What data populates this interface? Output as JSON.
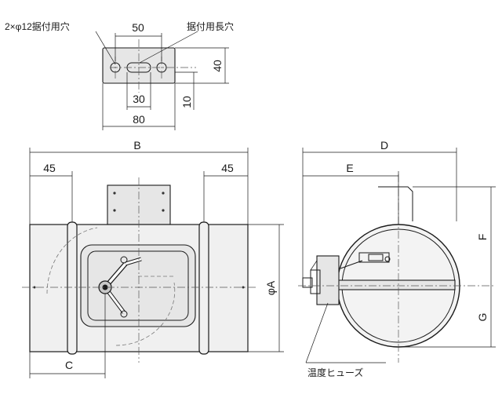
{
  "bracket": {
    "hole_label": "2×φ12据付用穴",
    "slot_label": "据付用長穴",
    "dim_top": "50",
    "dim_height": "40",
    "dim_slot": "30",
    "dim_width": "80",
    "dim_offset": "10"
  },
  "front_view": {
    "dim_overall": "B",
    "dim_left": "45",
    "dim_right": "45",
    "dim_diameter": "φA",
    "dim_bottom": "C"
  },
  "side_view": {
    "dim_overall": "D",
    "dim_partial": "E",
    "dim_upper": "F",
    "dim_lower": "G",
    "fuse_label": "温度ヒューズ"
  }
}
